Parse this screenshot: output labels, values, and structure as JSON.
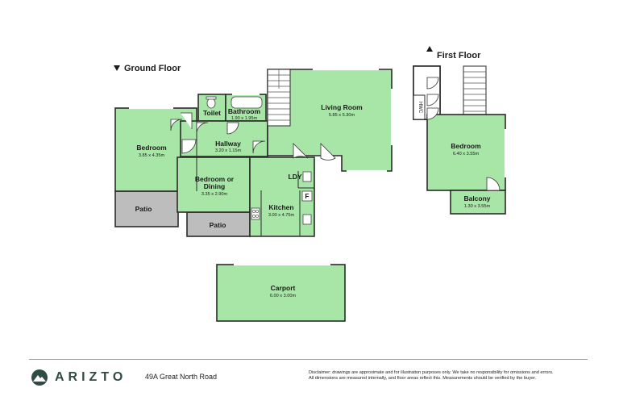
{
  "floors": {
    "ground": "Ground Floor",
    "first": "First Floor"
  },
  "rooms": {
    "living_room": {
      "name": "Living Room",
      "dims": "5.85 x 5.30m"
    },
    "bathroom": {
      "name": "Bathroom",
      "dims": "1.90 x 1.95m"
    },
    "toilet": {
      "name": "Toilet"
    },
    "hallway": {
      "name": "Hallway",
      "dims": "3.20 x 1.15m"
    },
    "bedroom_ground": {
      "name": "Bedroom",
      "dims": "3.85 x 4.35m"
    },
    "bedroom_or_dining": {
      "name_line1": "Bedroom or",
      "name_line2": "Dining",
      "dims": "3.35 x 2.90m"
    },
    "ldy": {
      "name": "LDY"
    },
    "kitchen": {
      "name": "Kitchen",
      "dims": "3.00 x 4.75m"
    },
    "fridge": {
      "name": "F"
    },
    "patio_left": {
      "name": "Patio"
    },
    "patio_mid": {
      "name": "Patio"
    },
    "carport": {
      "name": "Carport",
      "dims": "6.00 x 3.00m"
    },
    "bedroom_first": {
      "name": "Bedroom",
      "dims": "6.40 x 3.55m"
    },
    "balcony": {
      "name": "Balcony",
      "dims": "1.30 x 3.55m"
    },
    "hwc": {
      "name": "HWC"
    }
  },
  "footer": {
    "brand": "ARIZTO",
    "address": "49A Great North Road",
    "disclaimer_line1": "Disclaimer: drawings are approximate and for illustration purposes only. We take no responsibility for omissions and errors.",
    "disclaimer_line2": "All dimensions are measured internally, and floor areas reflect this. Measurements should be verified by the buyer."
  },
  "colors": {
    "room_fill": "#a8e6a8",
    "outdoor_fill": "#bdbdbd",
    "brand": "#2f4b46"
  },
  "icons": {
    "floor_indicator_ground": "triangle-down-icon",
    "floor_indicator_first": "triangle-up-icon",
    "logo": "mountain-logo-icon"
  }
}
